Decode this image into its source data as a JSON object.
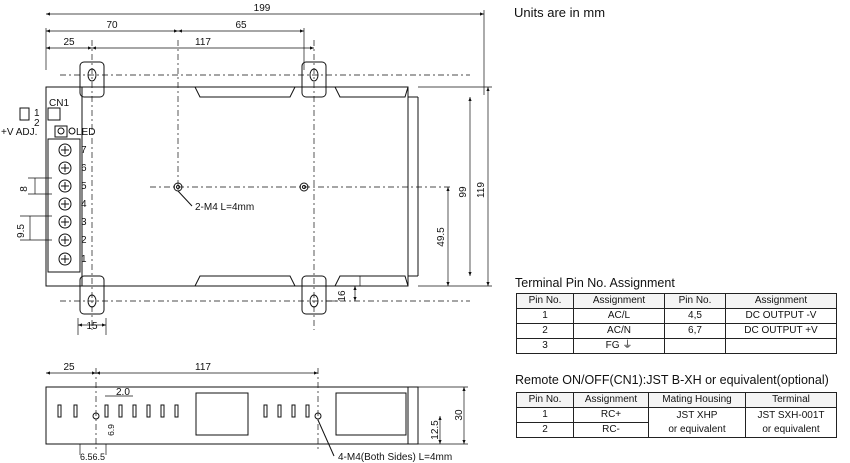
{
  "units_note": "Units are in mm",
  "dims": {
    "overall_width": "199",
    "d70": "70",
    "d65": "65",
    "d25": "25",
    "d117": "117",
    "d99": "99",
    "d119": "119",
    "d49_5": "49.5",
    "d16": "16",
    "d15": "15",
    "d8": "8",
    "d9_5": "9.5",
    "side_25": "25",
    "side_117": "117",
    "side_2_0": "2.0",
    "side_6_9": "6.9",
    "side_30": "30",
    "side_12_5": "12.5",
    "side_pitch": "6.56.5"
  },
  "connector": {
    "name": "CN1",
    "pin1": "1",
    "pin2": "2",
    "vadj": "+V ADJ.",
    "led": "LED"
  },
  "terminal_numbers": [
    "7",
    "6",
    "5",
    "4",
    "3",
    "2",
    "1"
  ],
  "callouts": {
    "top_screws": "2-M4 L=4mm",
    "side_screws": "4-M4(Both Sides) L=4mm"
  },
  "terminal_table": {
    "caption": "Terminal Pin No.  Assignment",
    "headers": [
      "Pin No.",
      "Assignment",
      "Pin No.",
      "Assignment"
    ],
    "rows": [
      [
        "1",
        "AC/L",
        "4,5",
        "DC OUTPUT -V"
      ],
      [
        "2",
        "AC/N",
        "6,7",
        "DC OUTPUT +V"
      ],
      [
        "3",
        "FG ⏚",
        "",
        ""
      ]
    ]
  },
  "remote_table": {
    "caption": "Remote ON/OFF(CN1):JST B-XH or equivalent(optional)",
    "headers": [
      "Pin No.",
      "Assignment",
      "Mating Housing",
      "Terminal"
    ],
    "rows": [
      [
        "1",
        "RC+"
      ],
      [
        "2",
        "RC-"
      ]
    ],
    "housing": [
      "JST XHP",
      "or equivalent"
    ],
    "terminal": [
      "JST SXH-001T",
      "or equivalent"
    ]
  }
}
